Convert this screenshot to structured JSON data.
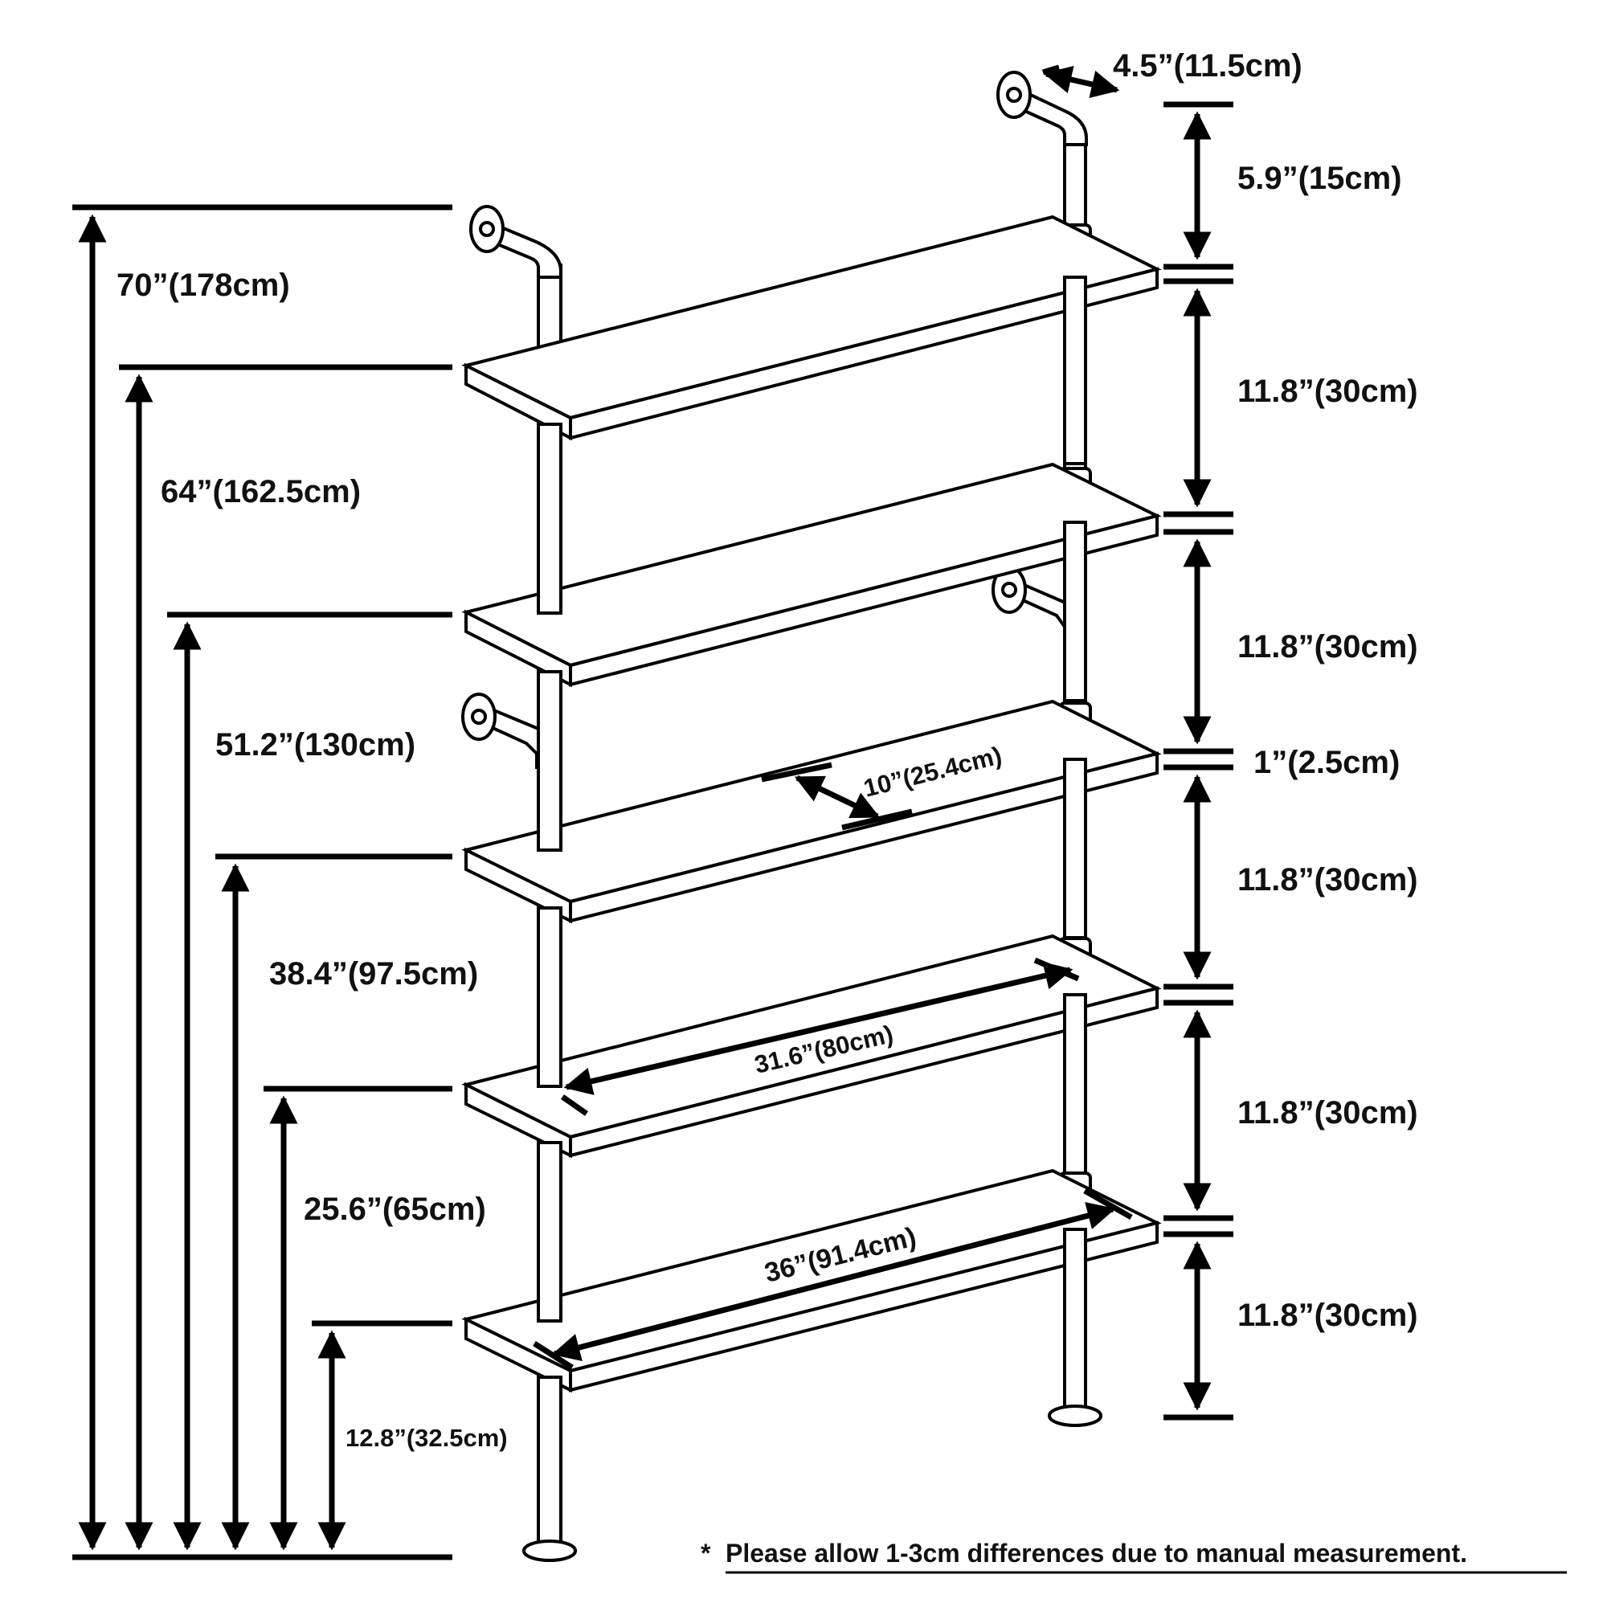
{
  "diagram": {
    "left_heights": [
      {
        "id": "h70",
        "label": "70”(178cm)"
      },
      {
        "id": "h64",
        "label": "64”(162.5cm)"
      },
      {
        "id": "h51",
        "label": "51.2”(130cm)"
      },
      {
        "id": "h38",
        "label": "38.4”(97.5cm)"
      },
      {
        "id": "h25",
        "label": "25.6”(65cm)"
      },
      {
        "id": "h12",
        "label": "12.8”(32.5cm)"
      }
    ],
    "right_gaps": [
      {
        "id": "g1",
        "label": "5.9”(15cm)"
      },
      {
        "id": "g2",
        "label": "11.8”(30cm)"
      },
      {
        "id": "g3",
        "label": "11.8”(30cm)"
      },
      {
        "id": "g4",
        "label": "1”(2.5cm)"
      },
      {
        "id": "g5",
        "label": "11.8”(30cm)"
      },
      {
        "id": "g6",
        "label": "11.8”(30cm)"
      },
      {
        "id": "g7",
        "label": "11.8”(30cm)"
      }
    ],
    "pipe_offset_label": "4.5”(11.5cm)",
    "shelf_depth_label": "10”(25.4cm)",
    "inner_width_label": "31.6”(80cm)",
    "shelf_length_label": "36”(91.4cm)",
    "note": {
      "asterisk": "*",
      "text": "Please allow 1-3cm differences due to manual measurement."
    }
  }
}
